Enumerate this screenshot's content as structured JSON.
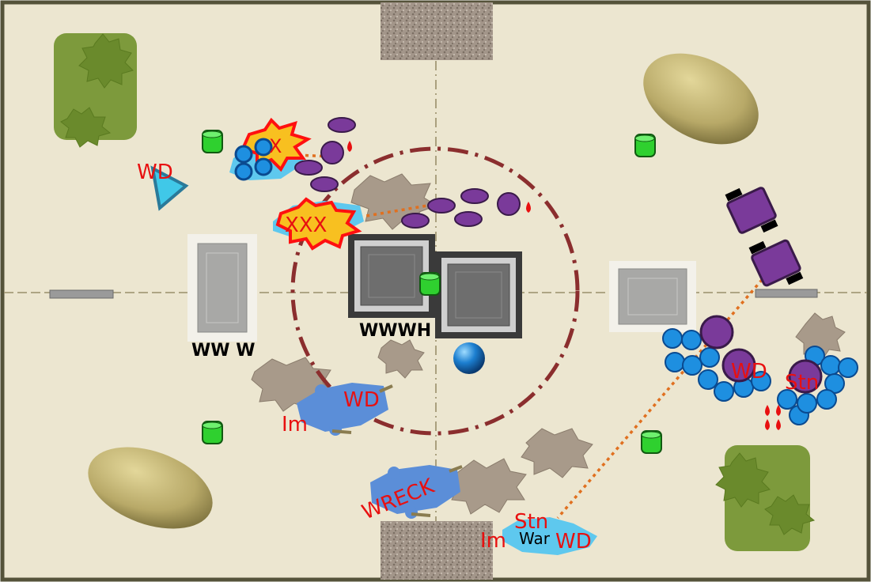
{
  "board": {
    "background": "#ece6d0",
    "border_color": "#55533a",
    "objective_ring_color": "#8b2e2e",
    "terrain_green": "#7d9a3c",
    "ruin_color": "#a89a8a",
    "orange_line_color": "#e07020",
    "text_color_red": "#e81010",
    "text_color_black": "#000000"
  },
  "factions": {
    "blue": {
      "color": "#1e8fe0",
      "cloud_color": "#5ec8ee"
    },
    "purple": {
      "color": "#7a3a9a"
    }
  },
  "labels": {
    "wd_top_left": "WD",
    "wd_center_left": "WD",
    "im_center_left": "Im",
    "wreck": "WRECK",
    "stn_bottom": "Stn",
    "im_bottom": "Im",
    "war_bottom": "War",
    "wd_bottom": "WD",
    "wd_right": "WD",
    "stn_right": "Stn",
    "ww_w_left": "WW W",
    "wwwh_center": "WWWH",
    "x_top": "X",
    "xxx_mid": "XXX"
  }
}
